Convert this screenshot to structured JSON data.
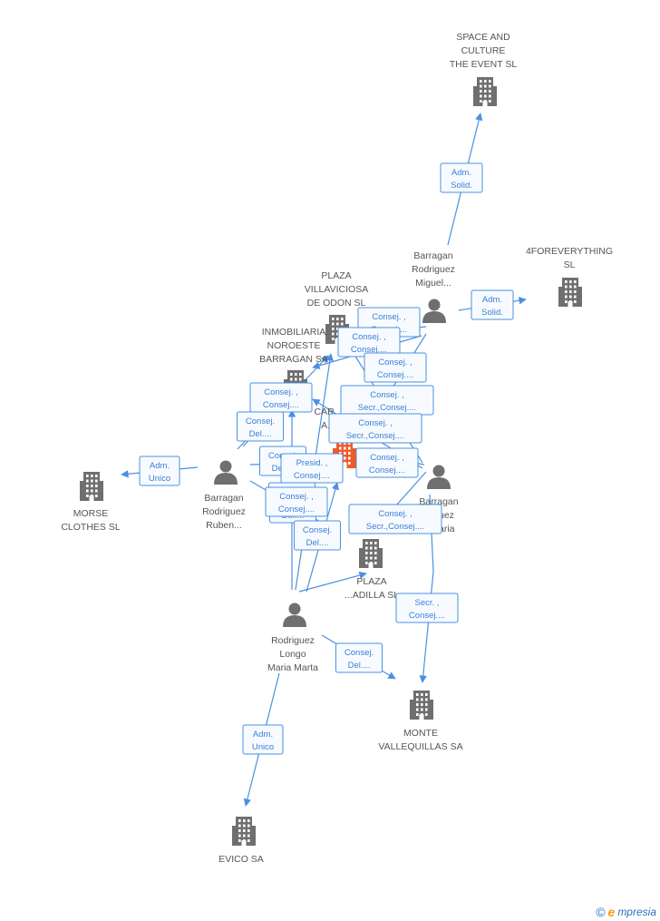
{
  "colors": {
    "edge": "#4a90e2",
    "company": "#6f6f6f",
    "focus_company": "#f05a28",
    "person": "#6f6f6f"
  },
  "nodes": [
    {
      "id": "space",
      "type": "company",
      "lines": [
        "SPACE AND",
        "CULTURE",
        "THE EVENT SL"
      ]
    },
    {
      "id": "fourfor",
      "type": "company",
      "lines": [
        "4FOREVERYTHING",
        "SL"
      ]
    },
    {
      "id": "miguel",
      "type": "person",
      "lines": [
        "Barragan",
        "Rodriguez",
        "Miguel..."
      ]
    },
    {
      "id": "plaza_vill",
      "type": "company",
      "lines": [
        "PLAZA",
        "VILLAVICIOSA",
        "DE ODON SL"
      ]
    },
    {
      "id": "inmob",
      "type": "company",
      "lines": [
        "INMOBILIARIA",
        "NOROESTE",
        "BARRAGAN SA"
      ]
    },
    {
      "id": "focus",
      "type": "company",
      "focus": true,
      "lines": [
        "CAR...",
        "A..."
      ]
    },
    {
      "id": "morse",
      "type": "company",
      "lines": [
        "MORSE",
        "CLOTHES SL"
      ]
    },
    {
      "id": "ruben",
      "type": "person",
      "lines": [
        "Barragan",
        "Rodriguez",
        "Ruben..."
      ]
    },
    {
      "id": "maria",
      "type": "person",
      "lines": [
        "Barragan",
        "...iguez",
        "...Maria"
      ]
    },
    {
      "id": "plaza_pad",
      "type": "company",
      "lines": [
        "PLAZA",
        "...ADILLA SL"
      ]
    },
    {
      "id": "marta",
      "type": "person",
      "lines": [
        "Rodriguez",
        "Longo",
        "Maria Marta"
      ]
    },
    {
      "id": "monte",
      "type": "company",
      "lines": [
        "MONTE",
        "VALLEQUILLAS SA"
      ]
    },
    {
      "id": "evico",
      "type": "company",
      "lines": [
        "EVICO SA"
      ]
    }
  ],
  "edges": [
    {
      "from": "miguel",
      "to": "space",
      "lines": [
        "Adm.",
        "Solid."
      ]
    },
    {
      "from": "miguel",
      "to": "fourfor",
      "lines": [
        "Adm.",
        "Solid."
      ]
    },
    {
      "from": "miguel",
      "to": "plaza_vill",
      "lines": [
        "Consej. ,",
        "Consej...."
      ]
    },
    {
      "from": "miguel",
      "to": "inmob",
      "lines": [
        "Consej. ,",
        "Consej...."
      ]
    },
    {
      "from": "miguel",
      "to": "focus",
      "lines": [
        "Consej. ,",
        "Consej...."
      ]
    },
    {
      "from": "maria",
      "to": "focus",
      "lines": [
        "Consej. ,",
        "Secr.,Consej...."
      ]
    },
    {
      "from": "maria",
      "to": "plaza_vill",
      "lines": [
        "Consej. ,",
        "Secr.,Consej...."
      ]
    },
    {
      "from": "maria",
      "to": "inmob",
      "lines": [
        "Consej. ,",
        "Consej...."
      ]
    },
    {
      "from": "maria",
      "to": "plaza_pad",
      "lines": [
        "Consej. ,",
        "Secr.,Consej...."
      ]
    },
    {
      "from": "maria",
      "to": "monte",
      "lines": [
        "Secr. ,",
        "Consej...."
      ]
    },
    {
      "from": "ruben",
      "to": "morse",
      "lines": [
        "Adm.",
        "Unico"
      ]
    },
    {
      "from": "ruben",
      "to": "inmob",
      "lines": [
        "Consej. ,",
        "Consej...."
      ]
    },
    {
      "from": "ruben",
      "to": "plaza_vill",
      "lines": [
        "Consej.",
        "Del...."
      ]
    },
    {
      "from": "ruben",
      "to": "focus",
      "lines": [
        "Consej.",
        "Del...."
      ]
    },
    {
      "from": "ruben",
      "to": "plaza_pad",
      "lines": [
        "Consej.",
        "Del...."
      ]
    },
    {
      "from": "marta",
      "to": "focus",
      "lines": [
        "Presid. ,",
        "Consej...."
      ]
    },
    {
      "from": "marta",
      "to": "inmob",
      "lines": [
        "Consej.",
        "Del...."
      ]
    },
    {
      "from": "marta",
      "to": "plaza_vill",
      "lines": [
        "Consej. ,",
        "Consej...."
      ]
    },
    {
      "from": "marta",
      "to": "plaza_pad",
      "lines": [
        "Consej.",
        "Del...."
      ]
    },
    {
      "from": "marta",
      "to": "monte",
      "lines": [
        "Consej.",
        "Del...."
      ]
    },
    {
      "from": "marta",
      "to": "evico",
      "lines": [
        "Adm.",
        "Unico"
      ]
    }
  ],
  "brand": {
    "copyright": "©",
    "name": "mpresia",
    "initial": "e"
  }
}
